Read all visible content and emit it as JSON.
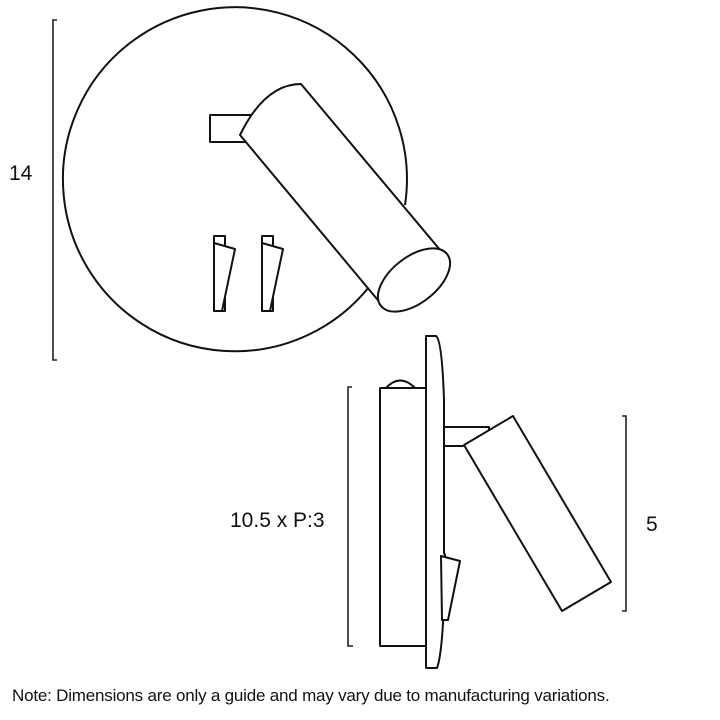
{
  "drawing": {
    "type": "product dimension line drawing",
    "subject": "wall-mounted reading light with adjustable cylindrical head and twin rocker switches",
    "views": [
      {
        "name": "front view",
        "dimension_label": "14",
        "dimension_axis": "vertical (backplate diameter)"
      },
      {
        "name": "side view",
        "dimension_label": "10.5 x P:3",
        "dimension_axis": "vertical (body height x projection)"
      },
      {
        "name": "side view arm",
        "dimension_label": "5",
        "dimension_axis": "vertical (lamp head)"
      }
    ]
  },
  "labels": {
    "front_height": "14",
    "side_depth": "10.5 x P:3",
    "side_arm": "5"
  },
  "note": "Note: Dimensions are only a guide and may vary due to manufacturing variations.",
  "colors": {
    "line": "#111111",
    "background": "#ffffff"
  }
}
